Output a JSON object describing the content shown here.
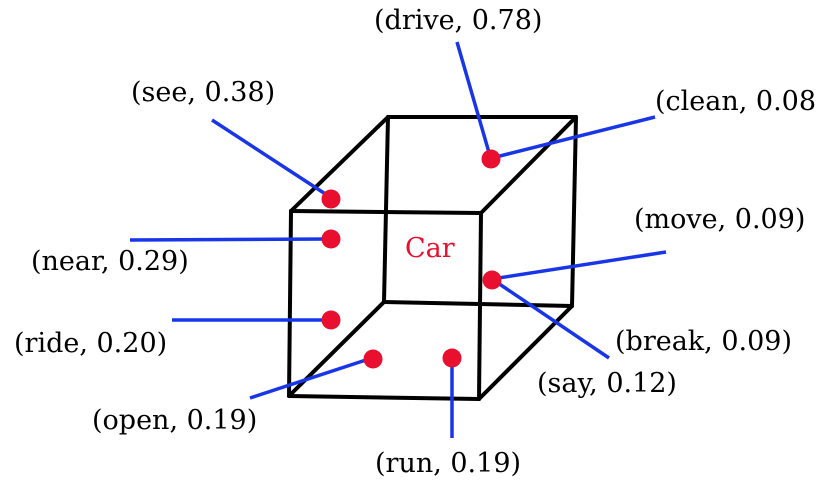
{
  "diagram": {
    "center_label": "Car",
    "colors": {
      "point": "#e8102e",
      "leader": "#1836e8",
      "edge": "#000000",
      "center_label": "#e8102e"
    },
    "annotations": [
      {
        "id": "drive",
        "text": "(drive, 0.78)"
      },
      {
        "id": "see",
        "text": "(see, 0.38)"
      },
      {
        "id": "clean",
        "text": "(clean, 0.08"
      },
      {
        "id": "near",
        "text": "(near, 0.29)"
      },
      {
        "id": "move",
        "text": "(move, 0.09)"
      },
      {
        "id": "ride",
        "text": "(ride, 0.20)"
      },
      {
        "id": "break",
        "text": "(break, 0.09)"
      },
      {
        "id": "say",
        "text": "(say, 0.12)"
      },
      {
        "id": "open",
        "text": "(open, 0.19)"
      },
      {
        "id": "run",
        "text": "(run, 0.19)"
      }
    ]
  }
}
